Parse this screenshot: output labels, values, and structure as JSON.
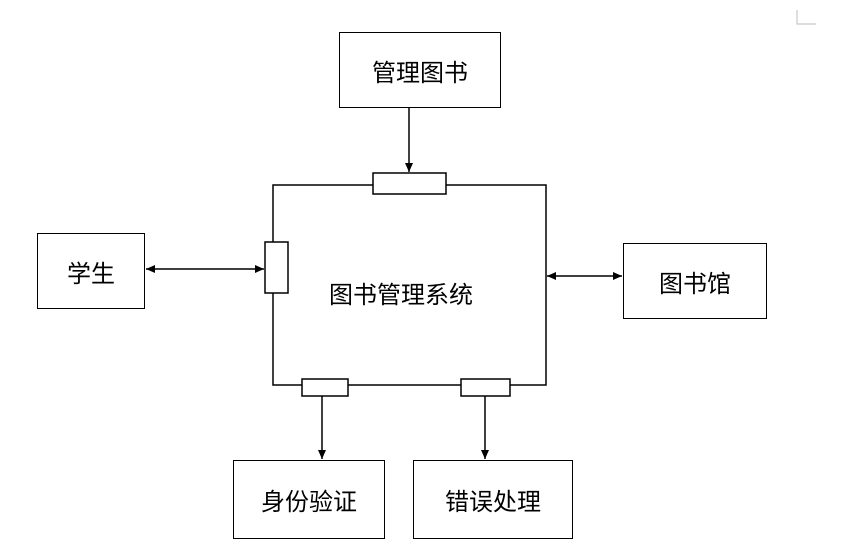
{
  "diagram": {
    "system": "图书管理系统",
    "nodes": {
      "manage_books": "管理图书",
      "student": "学生",
      "library": "图书馆",
      "identity_verification": "身份验证",
      "error_handling": "错误处理"
    },
    "edges": [
      {
        "from": "manage_books",
        "to": "system",
        "direction": "one-way"
      },
      {
        "from": "student",
        "to": "system",
        "direction": "two-way"
      },
      {
        "from": "system",
        "to": "library",
        "direction": "two-way"
      },
      {
        "from": "system",
        "to": "identity_verification",
        "direction": "one-way"
      },
      {
        "from": "system",
        "to": "error_handling",
        "direction": "one-way"
      }
    ]
  }
}
